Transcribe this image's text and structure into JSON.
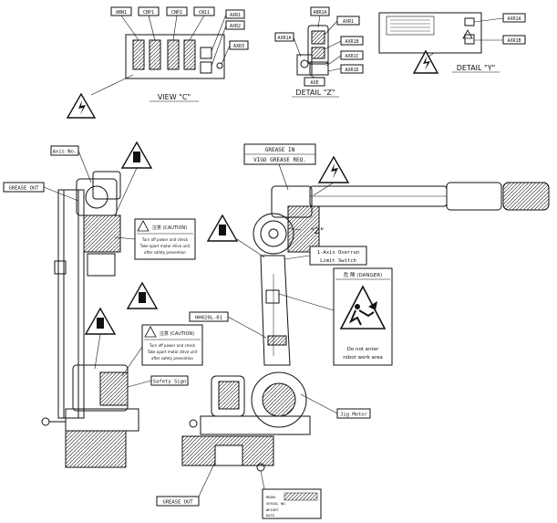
{
  "views": {
    "view_c": "VIEW \"C\"",
    "detail_z": "DETAIL \"Z\"",
    "detail_y": "DETAIL \"Y\"",
    "z_marker": "\"Z\""
  },
  "view_c_labels": [
    "ABN1",
    "CBP1",
    "CNP2",
    "CN11",
    "AXR1",
    "AXR2",
    "AXR3"
  ],
  "detail_z_labels": [
    "ABR1A",
    "AXR1",
    "AXR1A",
    "AXR1B",
    "AXR1C",
    "AXR1D",
    "AXE"
  ],
  "detail_y_labels": [
    "AXR1A",
    "AXR1B"
  ],
  "callouts": {
    "grease_out_top": "GREASE OUT",
    "grease_out_bottom": "GREASE OUT",
    "grease_in_1": "GREASE IN",
    "grease_in_2": "VIGO GREASE REQ.",
    "axis_number": "Axis No.",
    "model_plate": "HH020L-01",
    "limit_switch_1": "1-Axis Overrun",
    "limit_switch_2": "Limit Switch",
    "jig_motor": "Jig Motor",
    "safety_sign": "Safety Sign"
  },
  "warning_placard": {
    "heading": "注意 (CAUTION)",
    "line1": "Turn off power and check",
    "line2": "Take apart motor drive unit",
    "line3": "after safety prevention"
  },
  "danger_sign": {
    "heading": "危 険 (DANGER)",
    "line1": "Do not enter",
    "line2": "robot work area"
  },
  "nameplate_lines": [
    "MODEL",
    "SERIAL NO.",
    "WEIGHT",
    "DATE"
  ],
  "colors": {
    "ink": "#111111",
    "paper": "#ffffff"
  }
}
